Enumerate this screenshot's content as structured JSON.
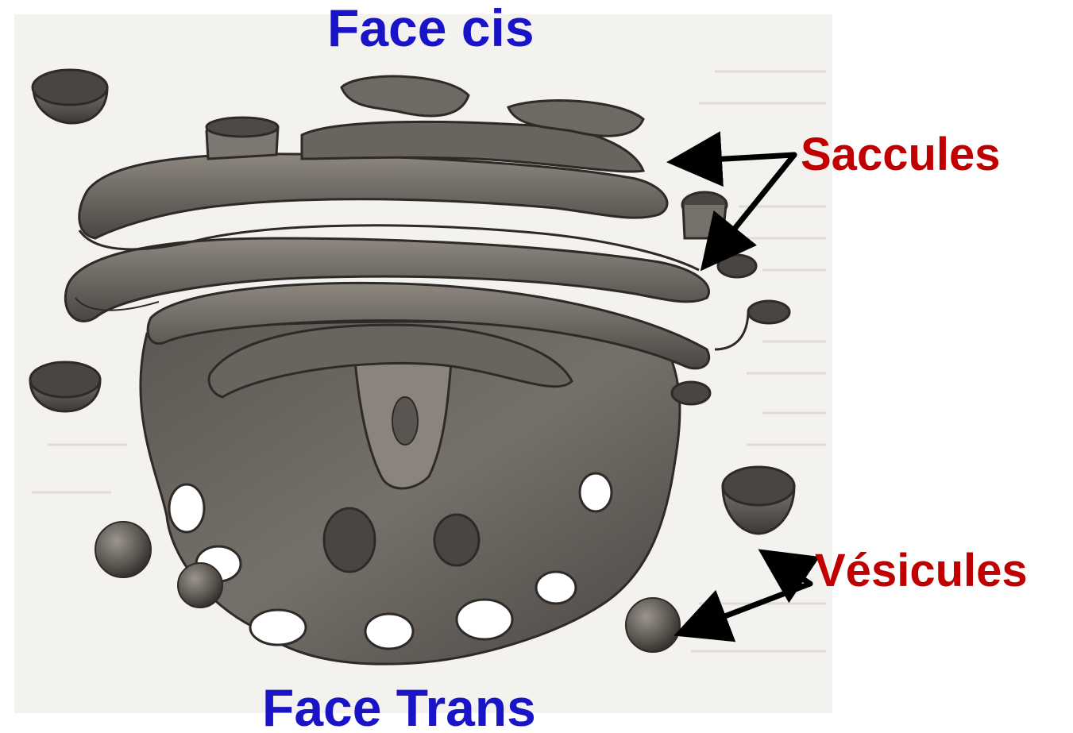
{
  "labels": {
    "face_cis": "Face cis",
    "saccules": "Saccules",
    "vesicules": "Vésicules",
    "face_trans": "Face Trans"
  },
  "colors": {
    "face_label": "#1a14c8",
    "part_label": "#c00000",
    "arrow": "#000000",
    "organelle_dark": "#3a3634",
    "organelle_mid": "#6e6862",
    "organelle_light": "#a39d96",
    "background_page": "#f3f1ee"
  },
  "icons": {
    "pointer": "arrow-icon"
  }
}
